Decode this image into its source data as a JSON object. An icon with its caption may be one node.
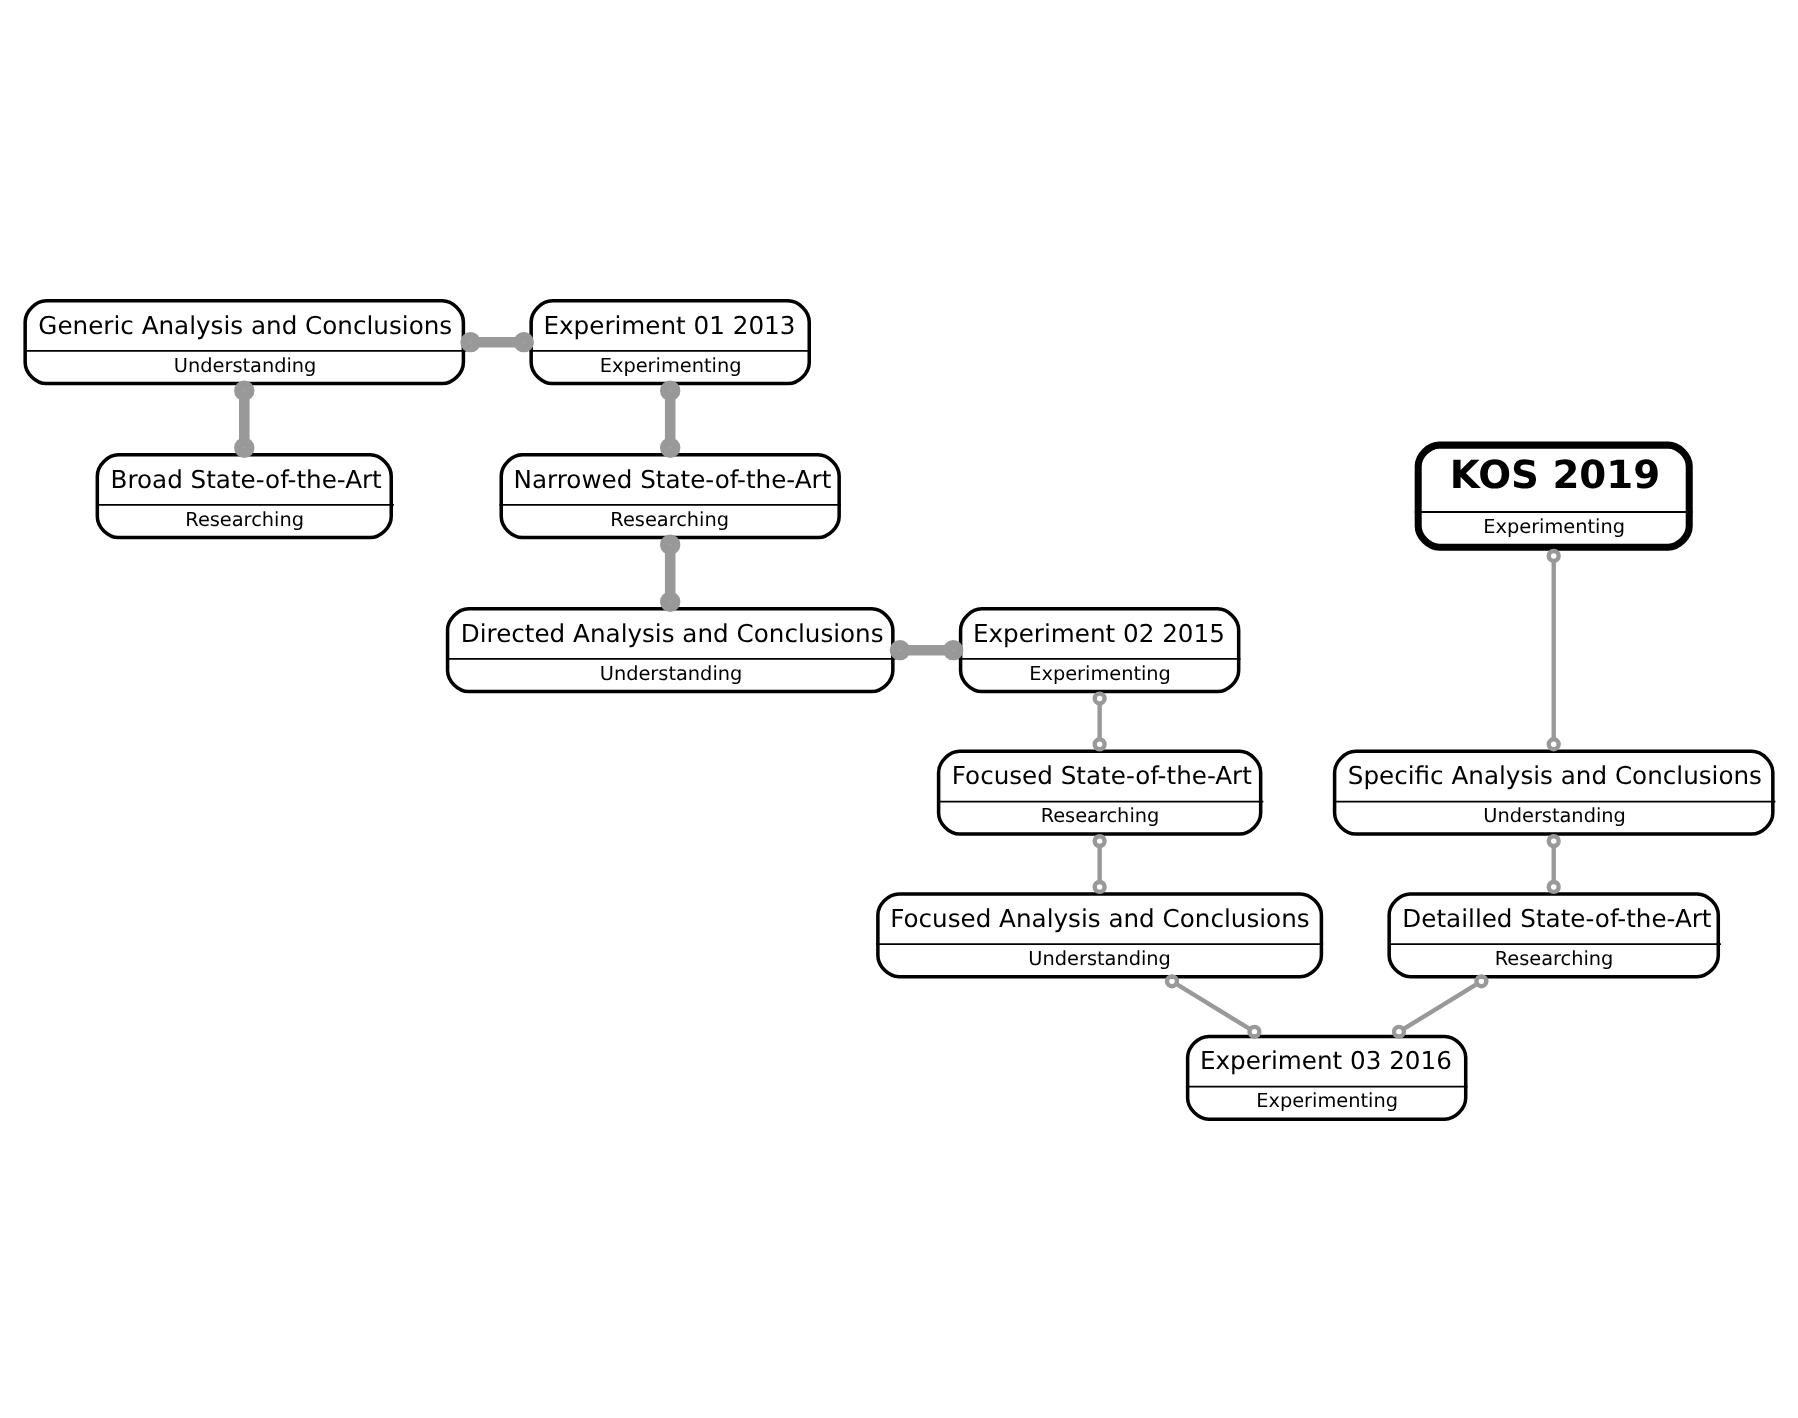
{
  "diagram": {
    "nodes": [
      {
        "text": [
          "Generic Analysis and Conclusions",
          "Understanding"
        ]
      },
      {
        "text": [
          "Experiment 01 2013",
          "Experimenting"
        ]
      },
      {
        "text": [
          "Experiment 03 2016",
          "Experimenting"
        ]
      },
      {
        "text": [
          "Focused Analysis and Conclusions",
          "Understanding"
        ]
      },
      {
        "text": [
          "Detailled State-of-the-Art",
          "Researching"
        ]
      },
      {
        "text": [
          "Broad State-of-the-Art",
          "Researching"
        ]
      },
      {
        "text": [
          "KOS 2019",
          "Experimenting"
        ]
      },
      {
        "text": [
          "Narrowed State-of-the-Art",
          "Researching"
        ]
      },
      {
        "text": [
          "Focused State-of-the-Art",
          "Researching"
        ]
      },
      {
        "text": [
          "Specific Analysis and Conclusions",
          "Understanding"
        ]
      },
      {
        "text": [
          "Experiment 02 2015",
          "Experimenting"
        ]
      },
      {
        "text": [
          "Directed Analysis and Conclusions",
          "Understanding"
        ]
      }
    ],
    "edges": [
      {
        "from": 5,
        "to": 0,
        "arrow": "other",
        "style": "thick"
      },
      {
        "from": 0,
        "to": 1,
        "arrow": "other",
        "style": "thick"
      },
      {
        "from": 1,
        "to": 7,
        "arrow": "other",
        "style": "thick"
      },
      {
        "from": 7,
        "to": 11,
        "arrow": "other",
        "style": "thick"
      },
      {
        "from": 11,
        "to": 10,
        "arrow": "other",
        "style": "thick"
      },
      {
        "from": 10,
        "to": 8,
        "arrow": "other"
      },
      {
        "from": 8,
        "to": 3,
        "arrow": "other"
      },
      {
        "from": 3,
        "to": 2,
        "arrow": "other"
      },
      {
        "from": 2,
        "to": 4,
        "arrow": "other"
      },
      {
        "from": 4,
        "to": 9,
        "arrow": "other"
      },
      {
        "from": 9,
        "to": 6,
        "arrow": "other"
      }
    ]
  }
}
